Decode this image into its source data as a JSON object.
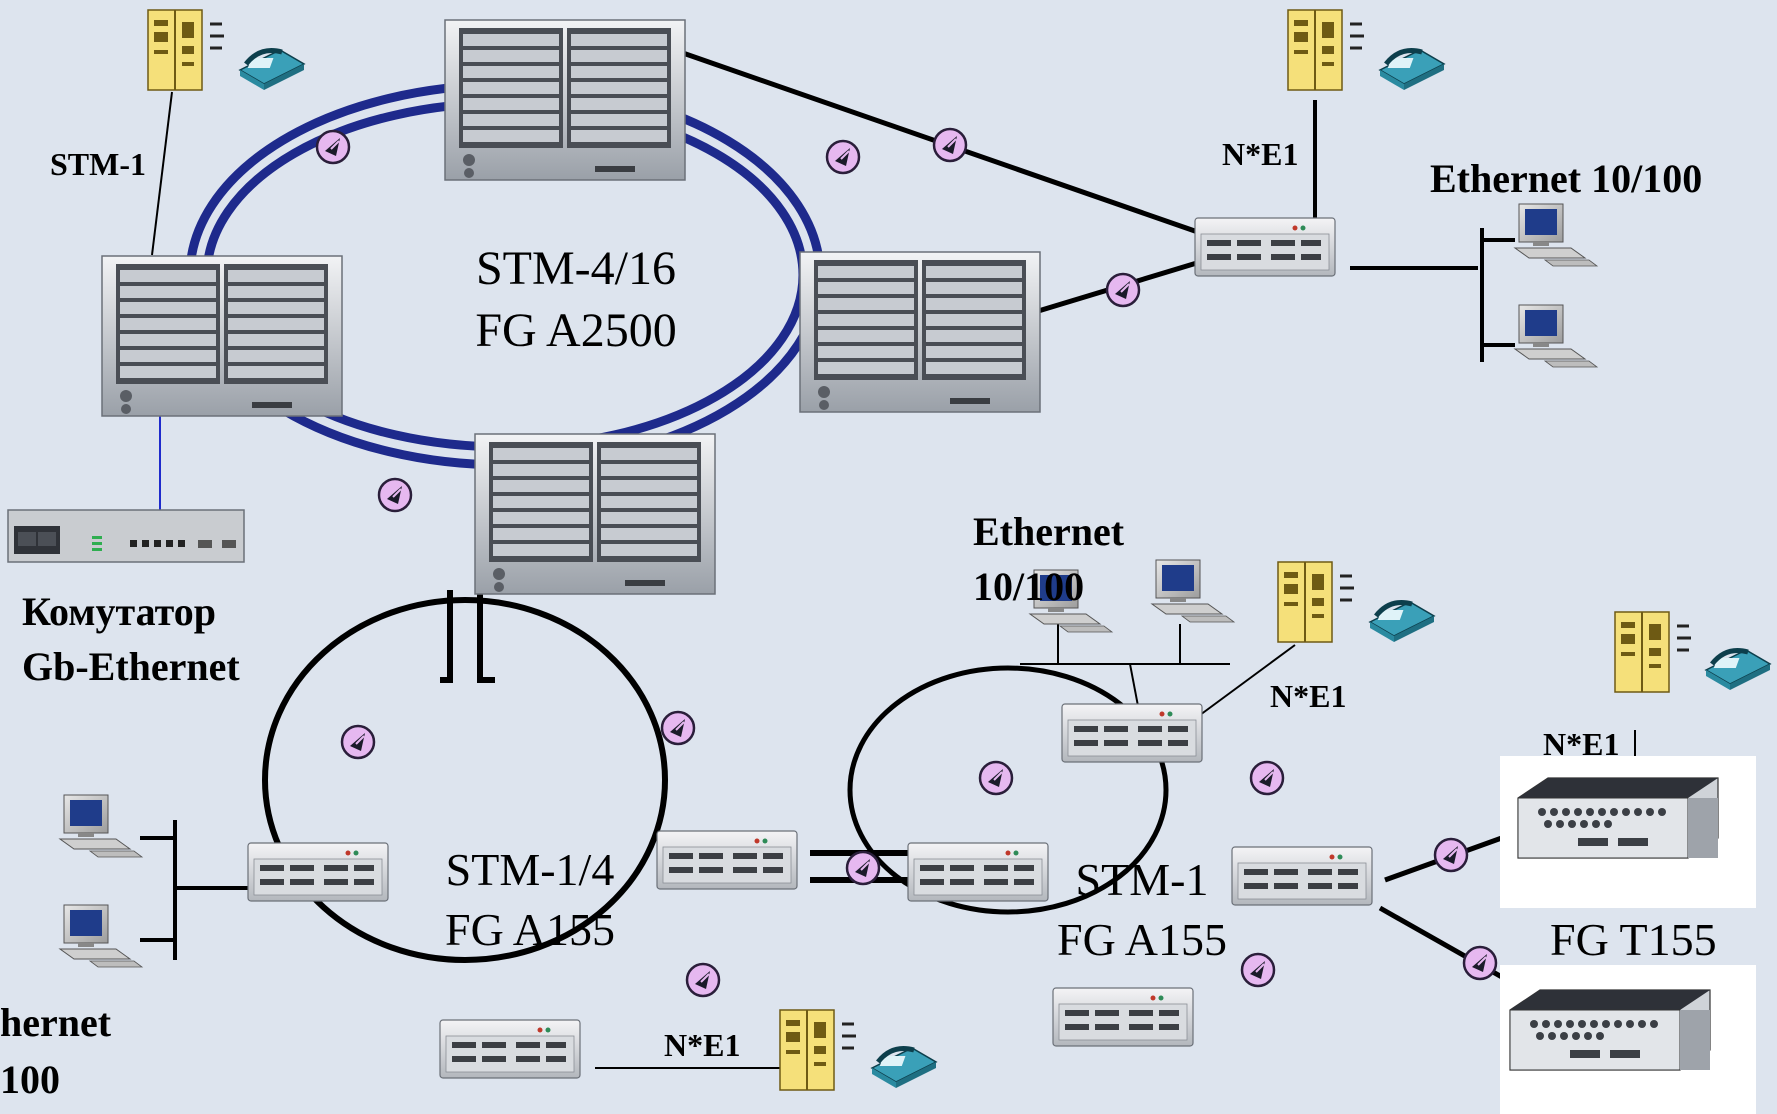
{
  "ring_main": {
    "line1": "STM-4/16",
    "line2": "FG A2500"
  },
  "ring_left": {
    "line1": "STM-1/4",
    "line2": "FG A155"
  },
  "ring_right": {
    "line1": "STM-1",
    "line2": "FG A155"
  },
  "labels": {
    "stm1": "STM-1",
    "ne1_top": "N*E1",
    "ne1_mid": "N*E1",
    "ne1_right": "N*E1",
    "ne1_bottom": "N*E1",
    "eth_top": "Ethernet 10/100",
    "eth_mid_1": "Ethernet",
    "eth_mid_2": "10/100",
    "eth_left_1": "hernet",
    "eth_left_2": "100",
    "switch_1": "Комутатор",
    "switch_2": "Gb-Ethernet",
    "fg_t155": "FG T155"
  },
  "colors": {
    "background": "#dde4ee",
    "ring_blue": "#1e2a8c",
    "link_black": "#000000",
    "marker_fill": "#e6b8f0",
    "pbx_yellow": "#f5e07a",
    "phone_teal": "#3aa0b8"
  }
}
